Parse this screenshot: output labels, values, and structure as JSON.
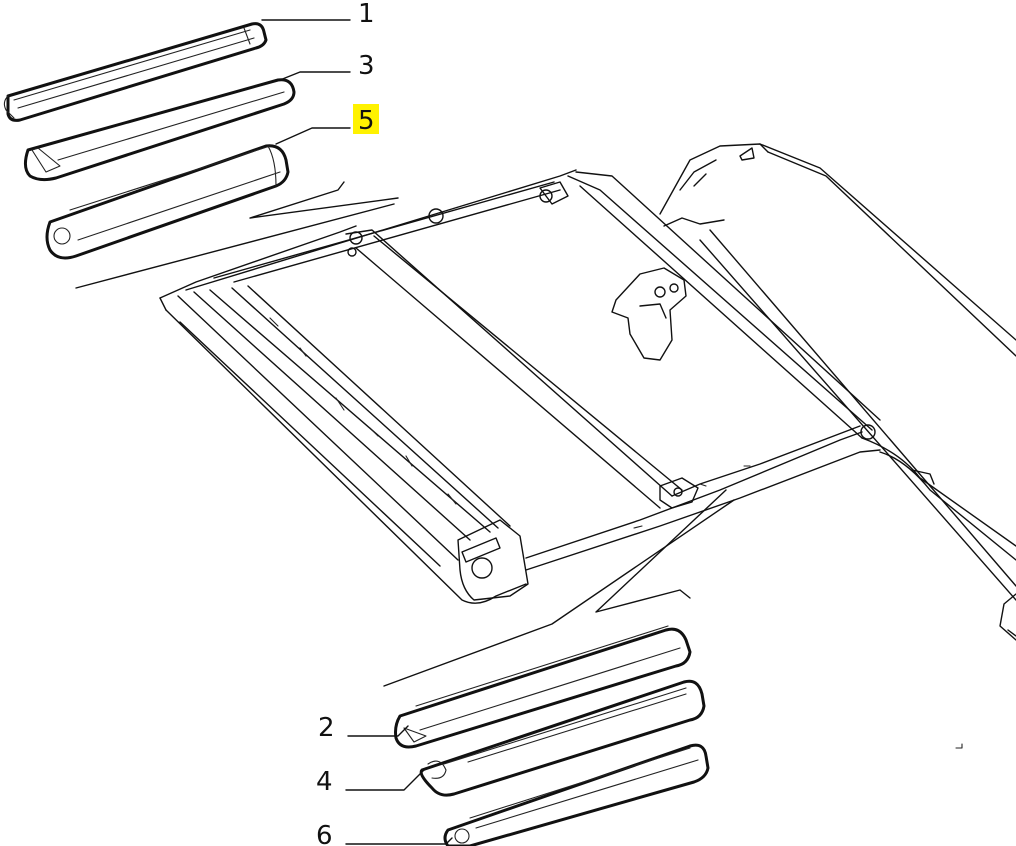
{
  "callouts": [
    {
      "id": "1",
      "label": "1",
      "highlighted": false
    },
    {
      "id": "3",
      "label": "3",
      "highlighted": false
    },
    {
      "id": "5",
      "label": "5",
      "highlighted": true
    },
    {
      "id": "2",
      "label": "2",
      "highlighted": false
    },
    {
      "id": "4",
      "label": "4",
      "highlighted": false
    },
    {
      "id": "6",
      "label": "6",
      "highlighted": false
    }
  ],
  "colors": {
    "highlight": "#fff200",
    "ink": "#111111",
    "background": "#ffffff"
  }
}
